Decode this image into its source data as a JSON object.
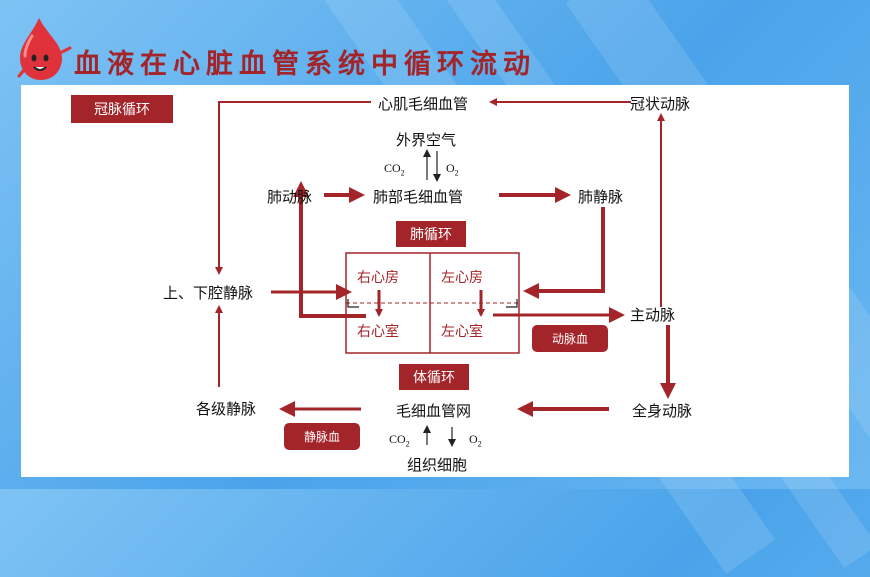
{
  "title": "血液在心脏血管系统中循环流动",
  "colors": {
    "accent": "#a3252a",
    "arrow": "#a3252a",
    "background": "#5aaeee"
  },
  "icon": "blood-drop-mascot-icon",
  "labels": {
    "coronary_tag": "冠脉循环",
    "myocardial_capillary": "心肌毛细血管",
    "coronary_artery": "冠状动脉",
    "outside_air": "外界空气",
    "pulmonary_artery": "肺动脉",
    "lung_capillary": "肺部毛细血管",
    "pulmonary_vein": "肺静脉",
    "pulmonary_tag": "肺循环",
    "vena_cava": "上、下腔静脉",
    "right_atrium": "右心房",
    "left_atrium": "左心房",
    "right_ventricle": "右心室",
    "left_ventricle": "左心室",
    "aorta": "主动脉",
    "arterial_blood": "动脉血",
    "systemic_tag": "体循环",
    "veins": "各级静脉",
    "capillary_network": "毛细血管网",
    "body_arteries": "全身动脉",
    "venous_blood": "静脉血",
    "tissue_cells": "组织细胞"
  },
  "gas": {
    "co2": "CO",
    "o2": "O",
    "sub": "2"
  }
}
